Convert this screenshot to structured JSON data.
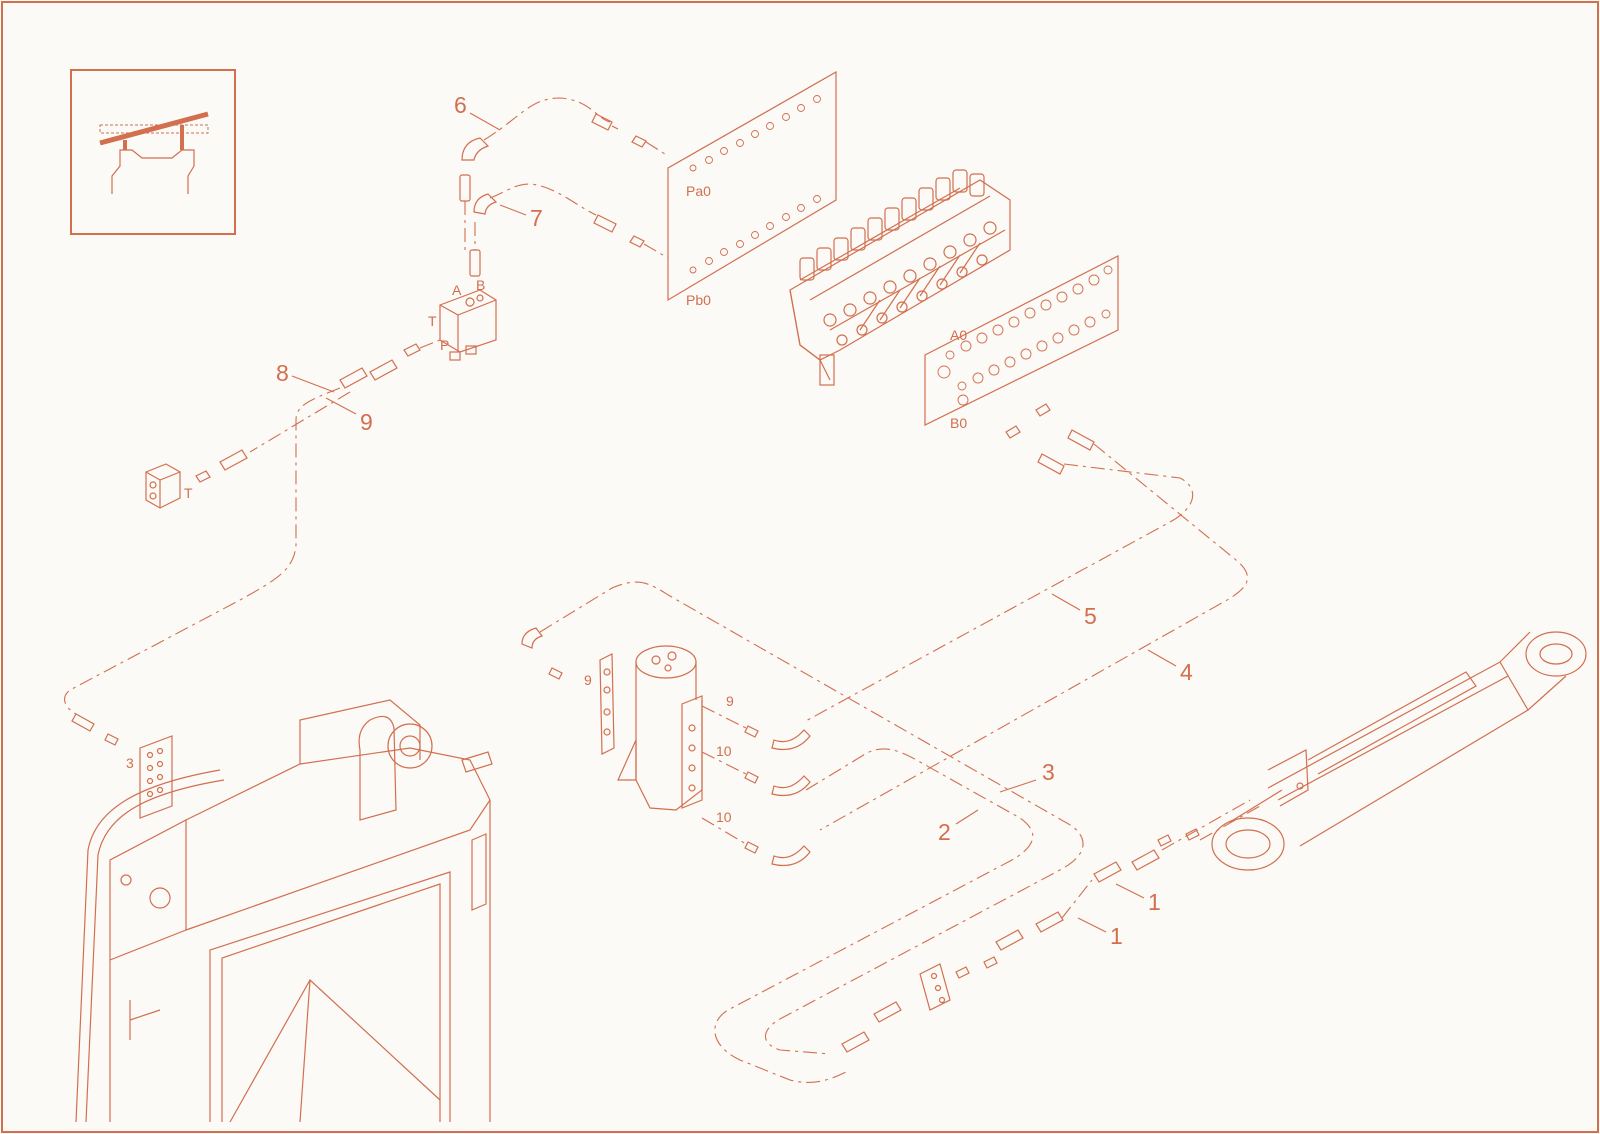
{
  "colors": {
    "line": "#d26f4f",
    "background": "#fbfaf6"
  },
  "icon": "machine-arm-icon",
  "labels": {
    "n6": "6",
    "n7": "7",
    "n8": "8",
    "n9": "9",
    "n5": "5",
    "n4": "4",
    "n3": "3",
    "n2": "2",
    "n1a": "1",
    "n1b": "1",
    "pa0": "Pa0",
    "pb0": "Pb0",
    "a0": "A0",
    "b0": "B0",
    "portA": "A",
    "portB": "B",
    "portT": "T",
    "portP": "P",
    "tankT": "T",
    "plate3": "3",
    "plate9": "9",
    "swivel9": "9",
    "swivel10a": "10",
    "swivel10b": "10"
  }
}
